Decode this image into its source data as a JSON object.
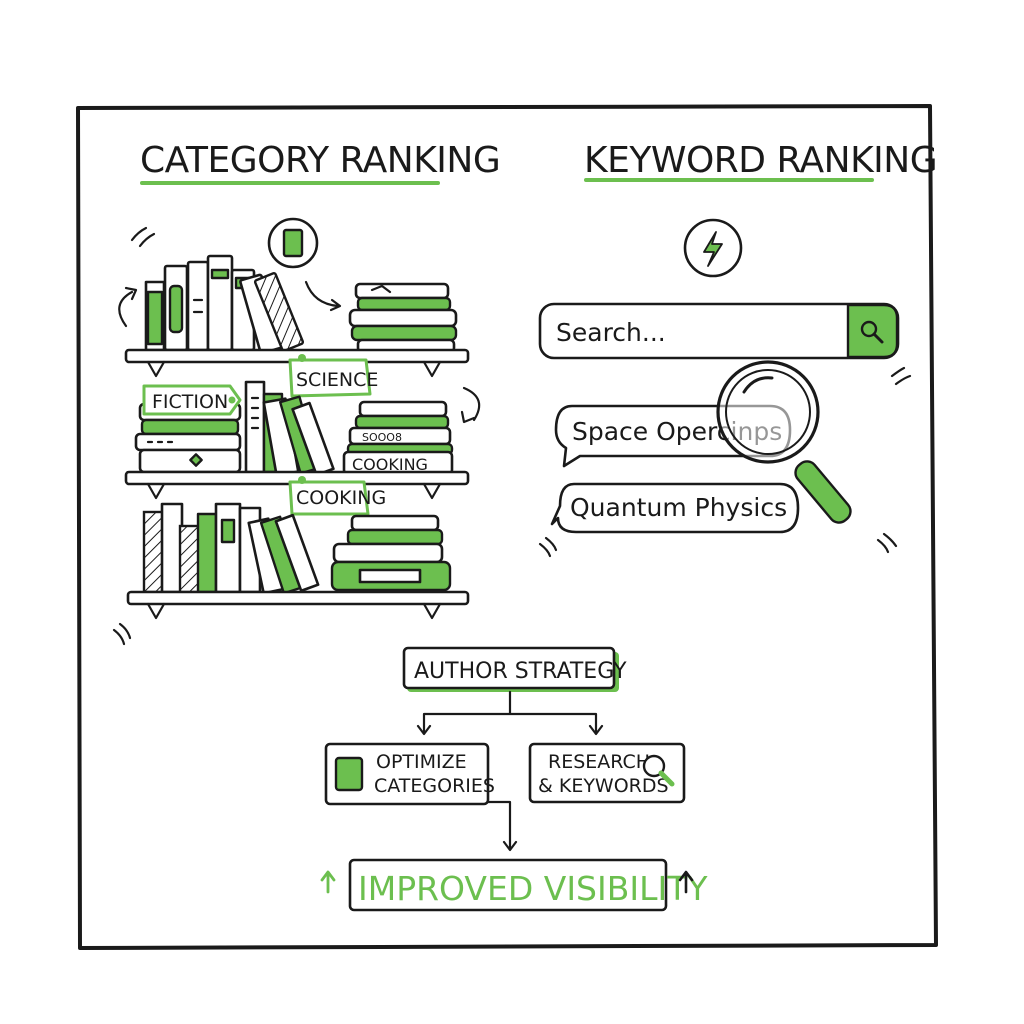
{
  "category": {
    "title": "CATEGORY RANKING",
    "tags": {
      "fiction": "FICTION",
      "science": "SCIENCE",
      "cooking_shelf": "COOKING",
      "cooking_label": "COOKING"
    },
    "book_label": "SOOO8"
  },
  "keyword": {
    "title": "KEYWORD RANKING",
    "search_placeholder": "Search...",
    "suggestions": [
      "Space Operc​inps",
      "Quantum Physics"
    ]
  },
  "strategy": {
    "title": "AUTHOR STRATEGY",
    "left_box": [
      "OPTIMIZE",
      "CATEGORIES"
    ],
    "right_box": [
      "RESEARCH",
      "& KEYWORDS"
    ],
    "result": "IMPROVED VISIBILITY"
  },
  "colors": {
    "accent": "#6cbf4f",
    "ink": "#1a1a1a",
    "paper": "#ffffff"
  },
  "icons": [
    "book-icon",
    "lightning-icon",
    "search-icon",
    "magnifier-icon",
    "up-arrow-icon"
  ]
}
